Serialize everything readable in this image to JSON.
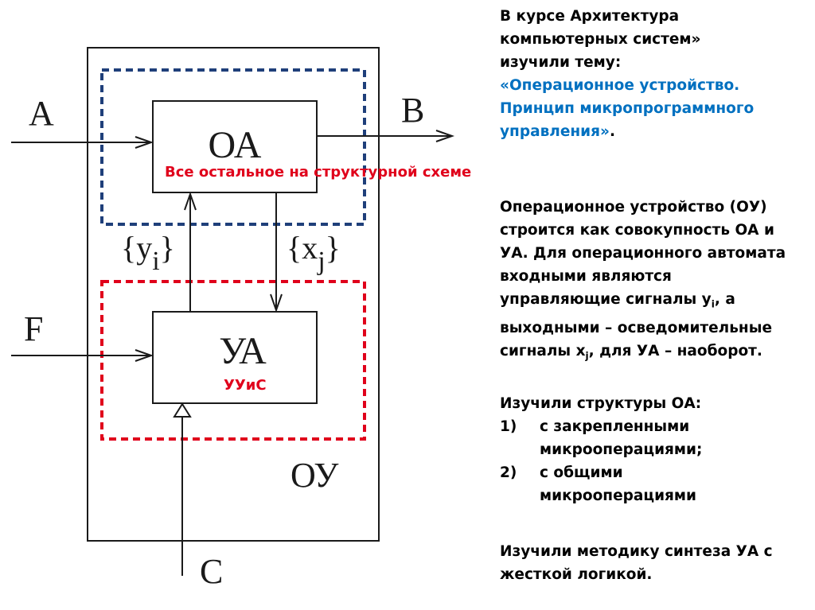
{
  "diagram": {
    "input_a": "A",
    "output_b": "B",
    "input_f": "F",
    "input_c": "C",
    "block_oa": "ОА",
    "block_ua": "УА",
    "device_label": "ОУ",
    "signal_y": "y",
    "signal_y_sub": "i",
    "signal_x": "x",
    "signal_x_sub": "j",
    "brace_open": "{",
    "brace_close": "}",
    "red_note": "Все остальное на структурной схеме",
    "red_label": "УУиС",
    "colors": {
      "blue_frame": "#1f3f7a",
      "red_frame": "#e0001b"
    }
  },
  "text": {
    "intro_line1": "В курсе Архитектура",
    "intro_line2": "компьютерных систем»",
    "intro_line3": "изучили тему:",
    "topic_line1": "«Операционное устройство.",
    "topic_line2": "Принцип микропрограммного",
    "topic_line3": "управления»",
    "topic_end": ".",
    "p1_line1": "Операционное устройство (ОУ)",
    "p1_line2": "строится как совокупность ОА и",
    "p1_line3": "УА. Для операционного автомата",
    "p1_line4": "входными являются",
    "p1_line5_pre": "управляющие сигналы y",
    "p1_line5_sub": "i",
    "p1_line5_post": ", а",
    "p1_line6": "выходными – осведомительные",
    "p1_line7_pre": "сигналы x",
    "p1_line7_sub": "j",
    "p1_line7_post": ", для УА – наоборот.",
    "p2_title": "Изучили структуры ОА:",
    "item1_num": "1)",
    "item1_line1": "с закрепленными",
    "item1_line2": "микрооперациями;",
    "item2_num": "2)",
    "item2_line1": "с  общими",
    "item2_line2": "микрооперациями",
    "p3_line1": "Изучили методику синтеза УА с",
    "p3_line2": "жесткой логикой."
  }
}
